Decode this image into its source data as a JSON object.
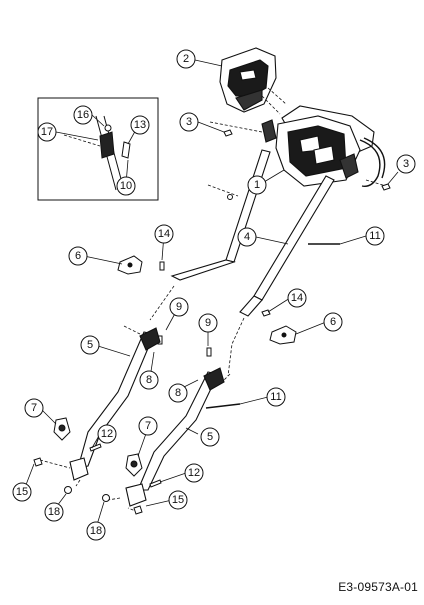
{
  "diagram": {
    "document_code": "E3-09573A-01",
    "callouts": [
      {
        "id": "c2a",
        "label": "2"
      },
      {
        "id": "c3a",
        "label": "3"
      },
      {
        "id": "c3b",
        "label": "3"
      },
      {
        "id": "c1",
        "label": "1"
      },
      {
        "id": "c16",
        "label": "16"
      },
      {
        "id": "c17",
        "label": "17"
      },
      {
        "id": "c13",
        "label": "13"
      },
      {
        "id": "c10",
        "label": "10"
      },
      {
        "id": "c4",
        "label": "4"
      },
      {
        "id": "c11a",
        "label": "11"
      },
      {
        "id": "c6a",
        "label": "6"
      },
      {
        "id": "c14a",
        "label": "14"
      },
      {
        "id": "c14b",
        "label": "14"
      },
      {
        "id": "c6b",
        "label": "6"
      },
      {
        "id": "c9a",
        "label": "9"
      },
      {
        "id": "c9b",
        "label": "9"
      },
      {
        "id": "c5a",
        "label": "5"
      },
      {
        "id": "c8a",
        "label": "8"
      },
      {
        "id": "c8b",
        "label": "8"
      },
      {
        "id": "c11b",
        "label": "11"
      },
      {
        "id": "c7a",
        "label": "7"
      },
      {
        "id": "c12a",
        "label": "12"
      },
      {
        "id": "c7b",
        "label": "7"
      },
      {
        "id": "c5b",
        "label": "5"
      },
      {
        "id": "c12b",
        "label": "12"
      },
      {
        "id": "c15a",
        "label": "15"
      },
      {
        "id": "c15b",
        "label": "15"
      },
      {
        "id": "c18a",
        "label": "18"
      },
      {
        "id": "c18b",
        "label": "18"
      }
    ]
  }
}
